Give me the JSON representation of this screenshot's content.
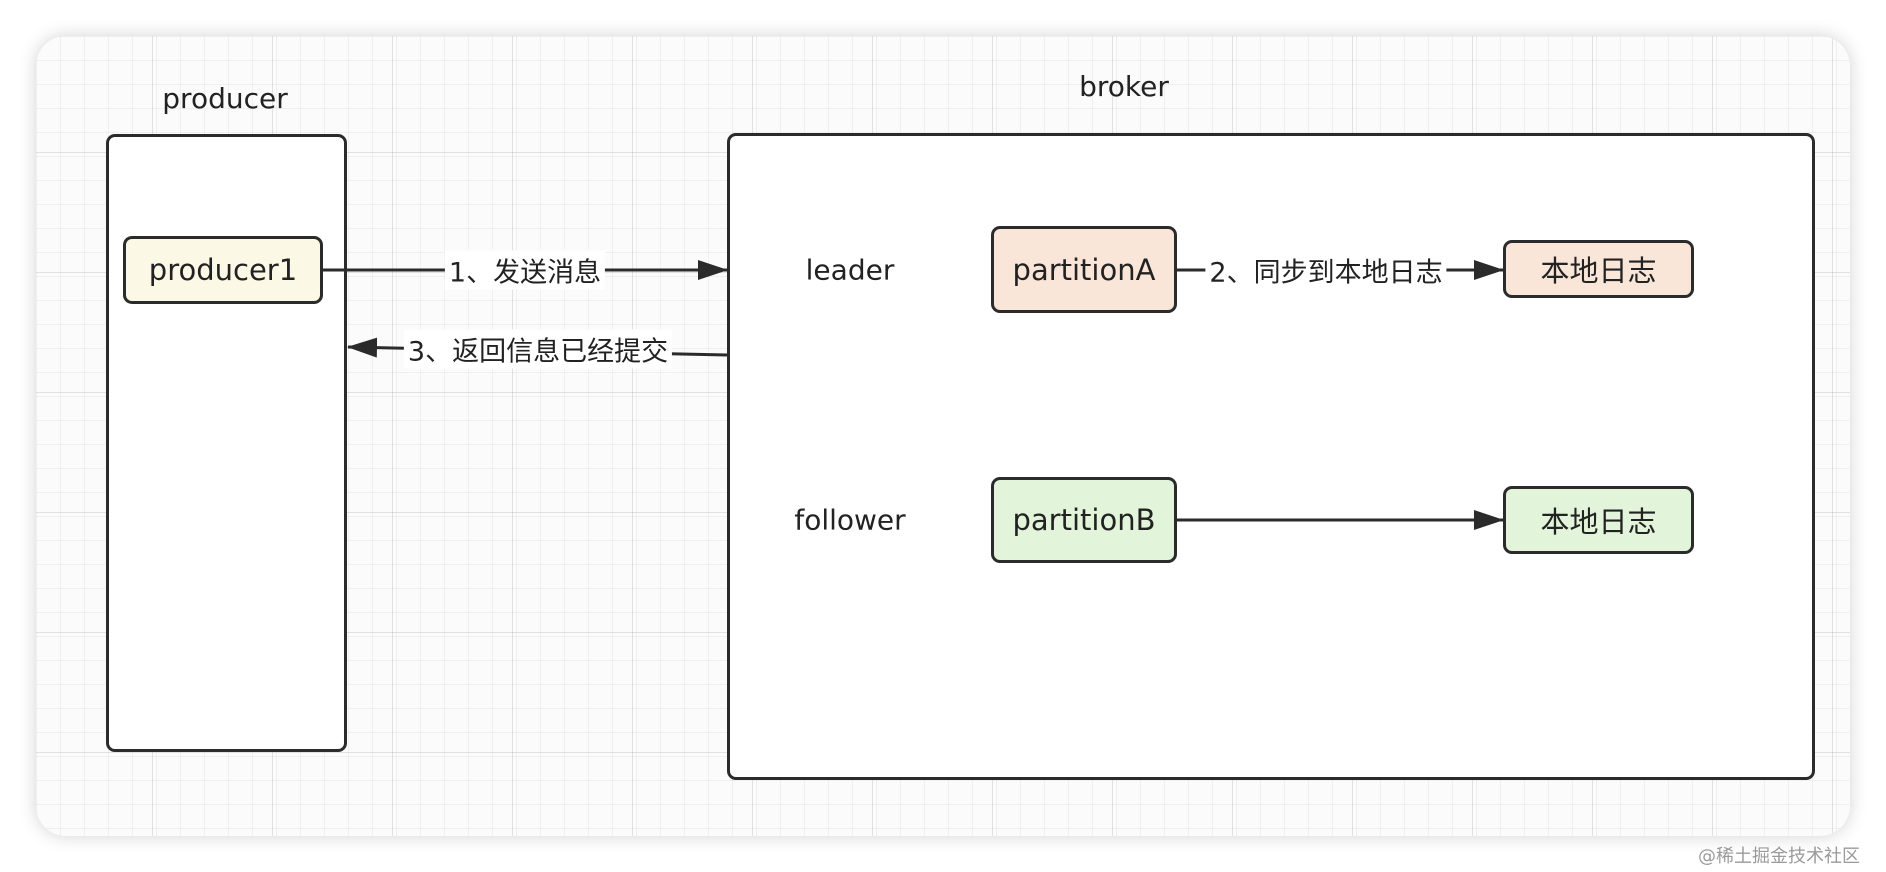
{
  "producer_group": {
    "title": "producer"
  },
  "broker_group": {
    "title": "broker"
  },
  "nodes": {
    "producer1": "producer1",
    "partitionA": "partitionA",
    "partitionB": "partitionB",
    "log_leader": "本地日志",
    "log_follower": "本地日志"
  },
  "roles": {
    "leader": "leader",
    "follower": "follower"
  },
  "edges": {
    "send": "1、发送消息",
    "sync": "2、同步到本地日志",
    "ack": "3、返回信息已经提交"
  },
  "colors": {
    "producer1_fill": "#fbf8e6",
    "leader_fill": "#fae6d8",
    "follower_fill": "#e2f4d9",
    "stroke": "#2b2b2b"
  },
  "watermark": "@稀土掘金技术社区"
}
